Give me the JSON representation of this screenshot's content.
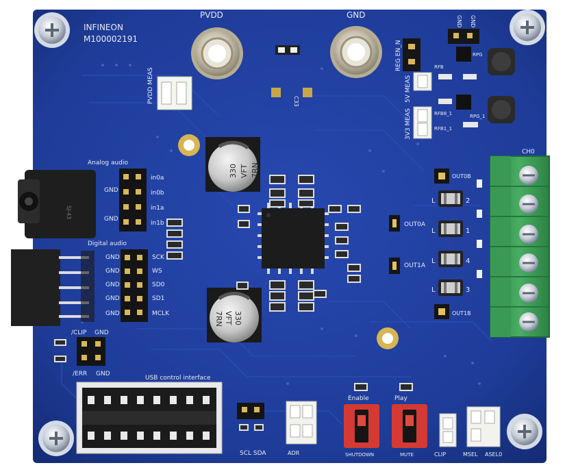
{
  "board": {
    "maker": "INFINEON",
    "part_number": "M100002191",
    "colors": {
      "pcb": "#1f3f9c",
      "pcb_dark": "#17307c",
      "silkscreen": "#e8ecf6",
      "terminal_block": "#3c9c58",
      "gold": "#c8a84a"
    }
  },
  "power": {
    "pvdd": "PVDD",
    "gnd": "GND",
    "pvdd_meas": "PVDD MEAS",
    "reg_en_n": "REG EN_N",
    "meas_5v": "5V MEAS",
    "meas_3v3": "3V3 MEAS",
    "rfb_top": "RFB",
    "rfb8": "RFB8_1",
    "rfb1": "RFB1_1",
    "rpg": "RPG",
    "rpg1": "RPG_1",
    "gnd_hdr1": "GND",
    "gnd_hdr2": "GND",
    "cap_c33": "C33"
  },
  "analog": {
    "title": "Analog audio",
    "pins": [
      "in0a",
      "in0b",
      "in1a",
      "in1b"
    ],
    "gnd": [
      "GND",
      "GND"
    ]
  },
  "digital": {
    "title": "Digital audio",
    "pins": [
      "SCK",
      "WS",
      "SD0",
      "SD1",
      "MCLK"
    ],
    "gnd": [
      "GND",
      "GND",
      "GND",
      "GND",
      "GND"
    ]
  },
  "status": {
    "clip": "/CLIP",
    "err": "/ERR",
    "gnd1": "GND",
    "gnd2": "GND"
  },
  "usb": {
    "title": "USB control interface"
  },
  "i2c": {
    "scl_sda": "SCL SDA"
  },
  "outputs": {
    "ch0": "CH0",
    "out0a": "OUT0A",
    "out1a": "OUT1A",
    "out0b": "OUT0B",
    "out1b": "OUT1B",
    "inductors": [
      "2",
      "1",
      "4",
      "3"
    ],
    "inductor_prefix": "L"
  },
  "capacitors": {
    "value": "330",
    "series": "VFT",
    "code": "7RN"
  },
  "buttons": {
    "enable": "Enable",
    "play": "Play",
    "mute": "MUTE",
    "shutdown": "SHUTDOWN"
  },
  "bottom": {
    "clip_label": "CLIP",
    "msel": "MSEL",
    "asel": "ASEL0",
    "addr": "ADR"
  },
  "misc": {
    "jack_label": "SJ-43"
  }
}
